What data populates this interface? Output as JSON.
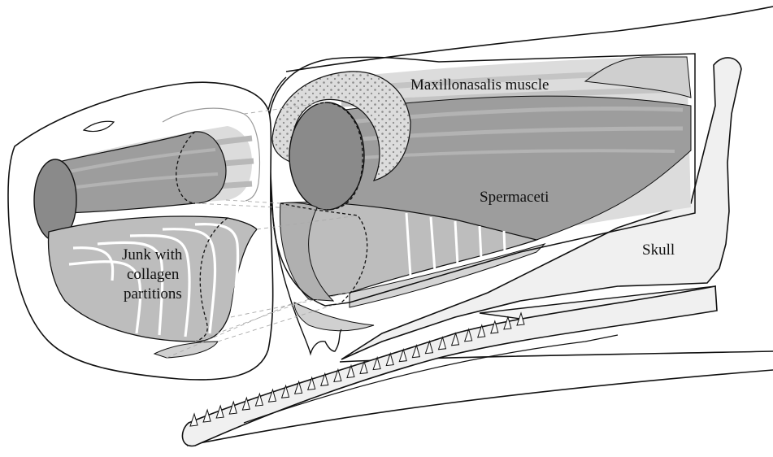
{
  "labels": {
    "maxillonasalis": "Maxillonasalis muscle",
    "spermaceti": "Spermaceti",
    "skull": "Skull",
    "junk": [
      "Junk with",
      "collagen",
      "partitions"
    ]
  },
  "colors": {
    "outline": "#111111",
    "background": "#ffffff",
    "skull_fill": "#f0f0f0",
    "muscle_light": "#dcdcdc",
    "muscle_stripe": "#c4c4c4",
    "spermaceti_dark": "#9d9d9d",
    "spermaceti_face": "#8a8a8a",
    "junk_fill": "#bdbdbd",
    "junk_partition": "#ffffff",
    "stipple_fill": "#d8d8d8"
  }
}
